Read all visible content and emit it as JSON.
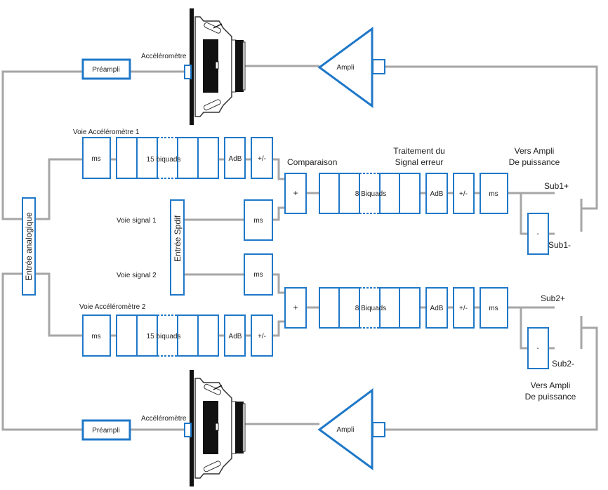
{
  "colors": {
    "block": "#1f78c8",
    "wire": "#a6a6a6"
  },
  "top": {
    "preampli": "Préampli",
    "accel": "Accéléromètre",
    "ampli": "Ampli"
  },
  "bottom": {
    "preampli": "Préampli",
    "accel": "Accéléromètre",
    "ampli": "Ampli"
  },
  "entree_analogique": "Entrée analogique",
  "entree_spdif": "Entrée Spdif",
  "voie_accel_1": {
    "label": "Voie Accéléromètre 1",
    "ms": "ms",
    "biquads": "15 biquads",
    "adb": "AdB",
    "sign": "+/-"
  },
  "voie_accel_2": {
    "label": "Voie Accéléromètre 2",
    "ms": "ms",
    "biquads": "15 biquads",
    "adb": "AdB",
    "sign": "+/-"
  },
  "voie_signal_1": {
    "label": "Voie signal 1",
    "ms": "ms"
  },
  "voie_signal_2": {
    "label": "Voie signal 2",
    "ms": "ms"
  },
  "comparaison": "Comparaison",
  "traitement": [
    "Traitement du",
    "Signal erreur"
  ],
  "vers_ampli_top": [
    "Vers Ampli",
    "De puissance"
  ],
  "vers_ampli_bottom": [
    "Vers Ampli",
    "De puissance"
  ],
  "chain1": {
    "sum": "+",
    "biquads": "8 Biquads",
    "adb": "AdB",
    "sign": "+/-",
    "ms": "ms",
    "invert": "-",
    "out_plus": "Sub1+",
    "out_minus": "Sub1-"
  },
  "chain2": {
    "sum": "+",
    "biquads": "8 Biquads",
    "adb": "AdB",
    "sign": "+/-",
    "ms": "ms",
    "invert": "-",
    "out_plus": "Sub2+",
    "out_minus": "Sub2-"
  }
}
